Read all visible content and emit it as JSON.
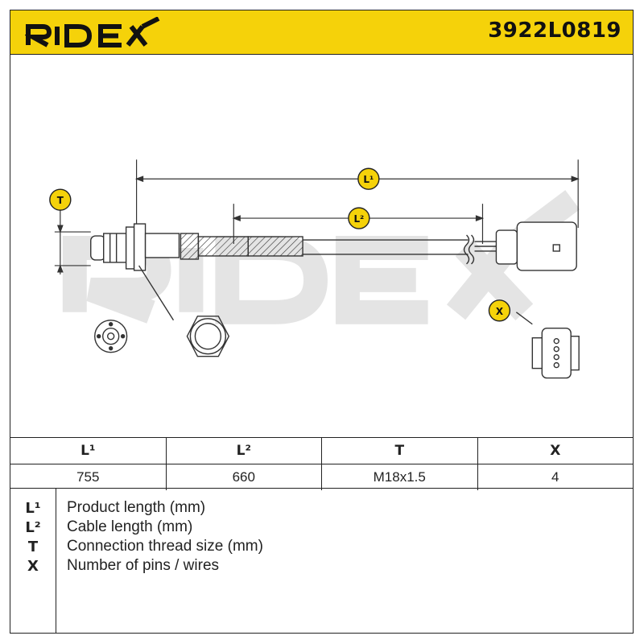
{
  "brand": "RIDEX",
  "part_number": "3922L0819",
  "watermark": "RIDEX",
  "colors": {
    "accent": "#f5d20a",
    "ink": "#222222",
    "watermark": "#e6e6e6"
  },
  "diagram": {
    "dim_L1": "L¹",
    "dim_L2": "L²",
    "dim_T": "T",
    "dim_X": "X"
  },
  "table": {
    "headers": [
      "L¹",
      "L²",
      "T",
      "X"
    ],
    "values": [
      "755",
      "660",
      "M18x1.5",
      "4"
    ]
  },
  "legend": [
    {
      "symbol": "L¹",
      "text": "Product length (mm)"
    },
    {
      "symbol": "L²",
      "text": "Cable length (mm)"
    },
    {
      "symbol": "T",
      "text": "Connection thread size (mm)"
    },
    {
      "symbol": "X",
      "text": "Number of pins / wires"
    }
  ]
}
